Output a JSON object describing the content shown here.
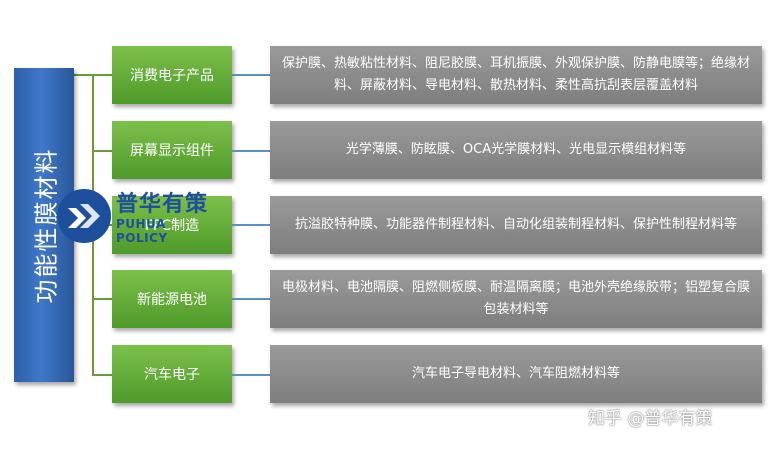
{
  "root": {
    "label": "功能性膜材料"
  },
  "categories": [
    {
      "label": "消费电子产品",
      "detail": "保护膜、热敏粘性材料、阻尼胶膜、耳机振膜、外观保护膜、防静电膜等；绝缘材料、屏蔽材料、导电材料、散热材料、柔性高抗刮表层覆盖材料"
    },
    {
      "label": "屏幕显示组件",
      "detail": "光学薄膜、防眩膜、OCA光学膜材料、光电显示模组材料等"
    },
    {
      "label": "FPC制造",
      "detail": "抗溢胶特种膜、功能器件制程材料、自动化组装制程材料、保护性制程材料等"
    },
    {
      "label": "新能源电池",
      "detail": "电极材料、电池隔膜、阻燃侧板膜、耐温隔离膜；电池外壳绝缘胶带；铝塑复合膜包装材料等"
    },
    {
      "label": "汽车电子",
      "detail": "汽车电子导电材料、汽车阻燃材料等"
    }
  ],
  "logo": {
    "name_cn": "普华有策",
    "name_en": "PUHUA POLICY"
  },
  "watermark": "知乎 @普华有策"
}
